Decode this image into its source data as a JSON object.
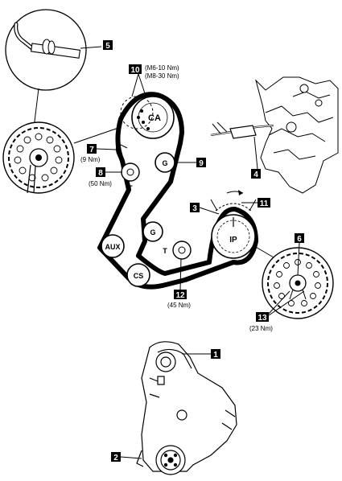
{
  "pulleys": {
    "camshaft": "CA",
    "generator_upper": "G",
    "generator_lower": "G",
    "tensioner_upper": "T",
    "tensioner_lower": "T",
    "auxiliary": "AUX",
    "crankshaft": "CS",
    "injection_pump": "IP"
  },
  "callouts": {
    "c1": "1",
    "c2": "2",
    "c3": "3",
    "c4": "4",
    "c5": "5",
    "c6": "6",
    "c7": "7",
    "c8": "8",
    "c9": "9",
    "c10": "10",
    "c11": "11",
    "c12": "12",
    "c13": "13"
  },
  "torques": {
    "t10_line1": "(M6-10 Nm)",
    "t10_line2": "(M8-30 Nm)",
    "t7": "(9 Nm)",
    "t8": "(50 Nm)",
    "t12": "(45 Nm)",
    "t13": "(23 Nm)"
  },
  "colors": {
    "ink": "#000000",
    "paper": "#ffffff"
  }
}
